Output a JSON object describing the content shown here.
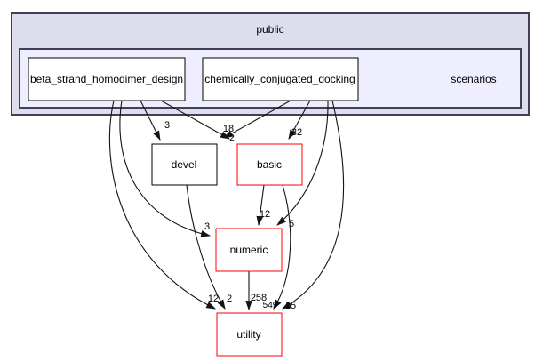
{
  "graph": {
    "outer_cluster": {
      "label": "public"
    },
    "inner_cluster": {
      "label": "scenarios"
    },
    "nodes": [
      {
        "id": "beta_strand_homodimer_design",
        "label": "beta_strand_homodimer_design",
        "border_color": "#000000"
      },
      {
        "id": "chemically_conjugated_docking",
        "label": "chemically_conjugated_docking",
        "border_color": "#000000"
      },
      {
        "id": "devel",
        "label": "devel",
        "border_color": "#000000"
      },
      {
        "id": "basic",
        "label": "basic",
        "border_color": "#ff0000"
      },
      {
        "id": "numeric",
        "label": "numeric",
        "border_color": "#ff0000"
      },
      {
        "id": "utility",
        "label": "utility",
        "border_color": "#ff0000"
      }
    ],
    "edges": [
      {
        "from": "beta_strand_homodimer_design",
        "to": "devel",
        "count": "3"
      },
      {
        "from": "beta_strand_homodimer_design",
        "to": "basic",
        "count": "18"
      },
      {
        "from": "beta_strand_homodimer_design",
        "to": "numeric",
        "count": "3"
      },
      {
        "from": "beta_strand_homodimer_design",
        "to": "utility",
        "count": "12"
      },
      {
        "from": "chemically_conjugated_docking",
        "to": "devel",
        "count": "2"
      },
      {
        "from": "chemically_conjugated_docking",
        "to": "basic",
        "count": "32"
      },
      {
        "from": "chemically_conjugated_docking",
        "to": "numeric",
        "count": "5"
      },
      {
        "from": "chemically_conjugated_docking",
        "to": "utility",
        "count": "15"
      },
      {
        "from": "devel",
        "to": "utility",
        "count": "2"
      },
      {
        "from": "basic",
        "to": "numeric",
        "count": "12"
      },
      {
        "from": "basic",
        "to": "utility",
        "count": "549"
      },
      {
        "from": "numeric",
        "to": "utility",
        "count": "258"
      }
    ],
    "colors": {
      "outer_cluster_fill": "#ddddee",
      "inner_cluster_fill": "#eeeeff",
      "cluster_border": "#404055",
      "node_fill": "#ffffff",
      "node_border_normal": "#000000",
      "node_border_truncated": "#ff0000",
      "edge": "#141414"
    }
  }
}
